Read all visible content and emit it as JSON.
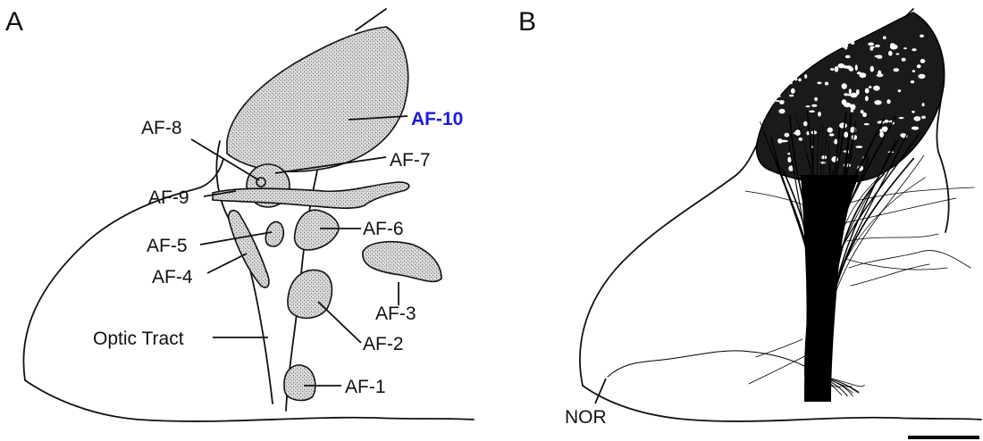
{
  "panel_a": {
    "letter": "A",
    "labels": {
      "af10": "AF-10",
      "af8": "AF-8",
      "af7": "AF-7",
      "af9": "AF-9",
      "af6": "AF-6",
      "af5": "AF-5",
      "af4": "AF-4",
      "af3": "AF-3",
      "af2": "AF-2",
      "af1": "AF-1",
      "optic_tract": "Optic Tract"
    },
    "highlight_color": "#1a1ae6"
  },
  "panel_b": {
    "letter": "B",
    "labels": {
      "nor": "NOR"
    }
  },
  "scale_bar": {
    "present": true
  }
}
